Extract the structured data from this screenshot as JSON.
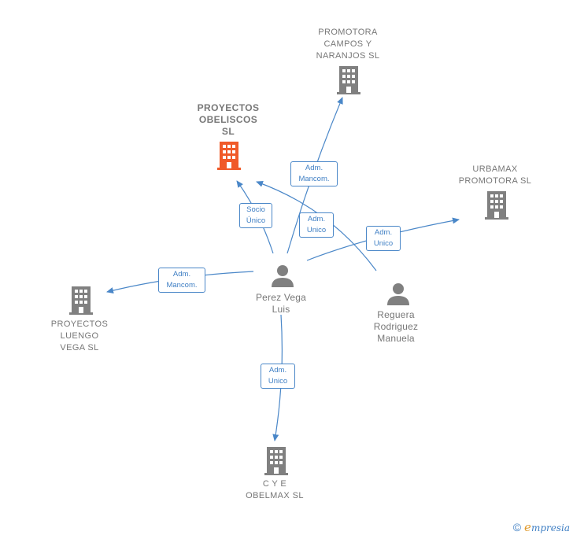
{
  "companies": {
    "promotora": "PROMOTORA\nCAMPOS Y\nNARANJOS SL",
    "proyectos_obeliscos": "PROYECTOS\nOBELISCOS\nSL",
    "urbamax": "URBAMAX\nPROMOTORA SL",
    "proyectos_luengo": "PROYECTOS\nLUENGO\nVEGA  SL",
    "cye": "C Y E\nOBELMAX SL"
  },
  "persons": {
    "perez": "Perez Vega\nLuis",
    "reguera": "Reguera\nRodriguez\nManuela"
  },
  "relations": {
    "adm_mancom_1": [
      "Adm.",
      "Mancom."
    ],
    "socio_unico": [
      "Socio",
      "Único"
    ],
    "adm_unico_1": [
      "Adm.",
      "Unico"
    ],
    "adm_unico_2": [
      "Adm.",
      "Unico"
    ],
    "adm_mancom_2": [
      "Adm.",
      "Mancom."
    ],
    "adm_unico_3": [
      "Adm.",
      "Unico"
    ]
  },
  "colors": {
    "edge": "#4a87c8",
    "company": "#808080",
    "focus_company": "#f05a28",
    "person": "#808080"
  },
  "footer": {
    "copyright": "©",
    "brand_initial": "e",
    "brand_rest": "mpresia"
  }
}
